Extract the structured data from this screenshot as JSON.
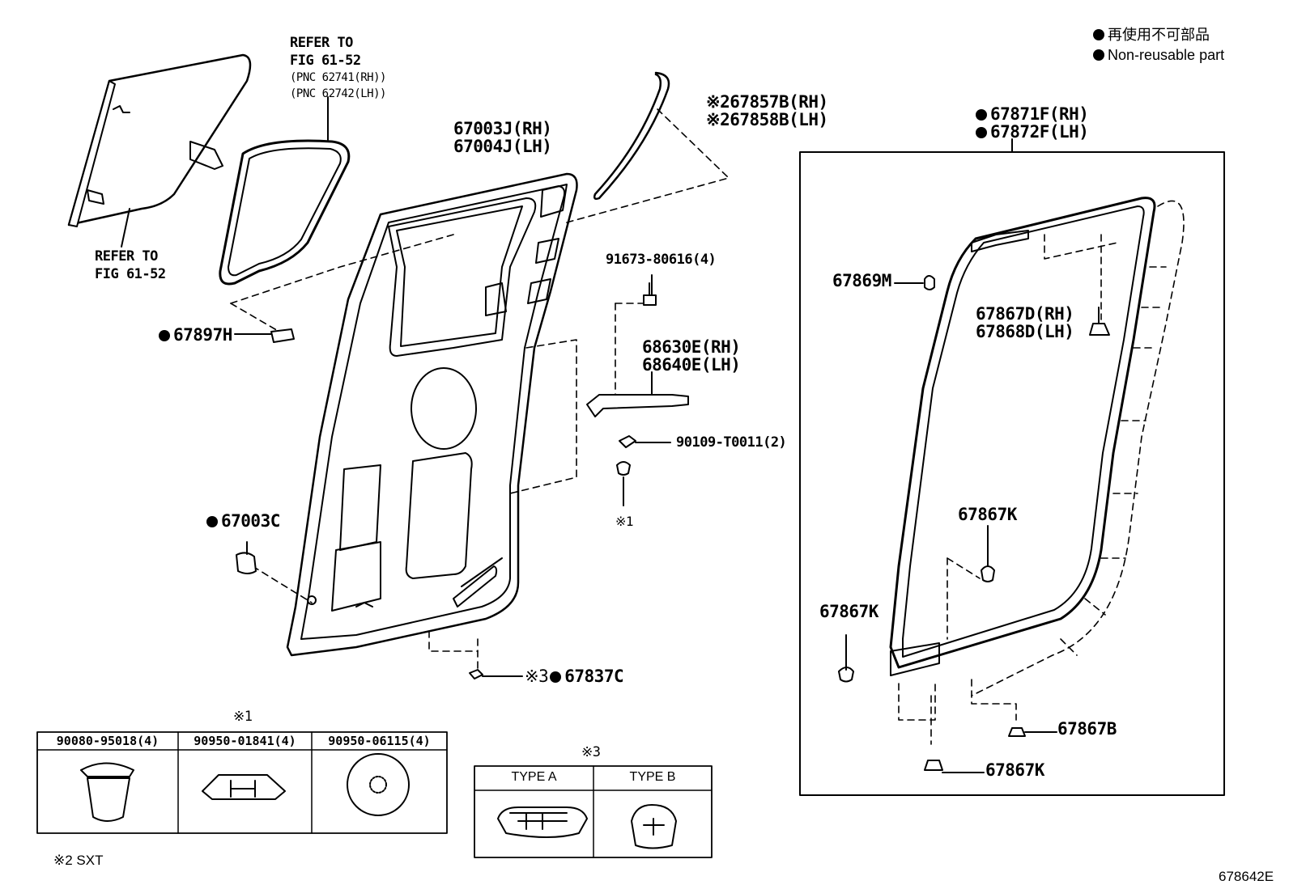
{
  "legend": {
    "line1": "再使用不可部品",
    "line2": "Non-reusable part"
  },
  "labels": {
    "refer_top_1": "REFER TO",
    "refer_top_2": "FIG 61-52",
    "refer_top_3": "(PNC 62741(RH))",
    "refer_top_4": "(PNC 62742(LH))",
    "refer_left_1": "REFER TO",
    "refer_left_2": "FIG 61-52",
    "p67003J_rh": "67003J(RH)",
    "p67004J_lh": "67004J(LH)",
    "p67857B_rh": "※267857B(RH)",
    "p67858B_lh": "※267858B(LH)",
    "p67871F_rh": "67871F(RH)",
    "p67872F_lh": "67872F(LH)",
    "p91673": "91673-80616(4)",
    "p68630E_rh": "68630E(RH)",
    "p68640E_lh": "68640E(LH)",
    "p90109": "90109-T0011(2)",
    "note1_a": "※1",
    "p67897H": "67897H",
    "p67003C": "67003C",
    "p67837C_prefix": "※3",
    "p67837C": "67837C",
    "p67869M": "67869M",
    "p67867D_rh": "67867D(RH)",
    "p67868D_lh": "67868D(LH)",
    "p67867K_a": "67867K",
    "p67867K_b": "67867K",
    "p67867B": "67867B",
    "p67867K_c": "67867K",
    "note1_b": "※1",
    "note3": "※3",
    "note2": "※2 SXT",
    "fig_id": "678642E"
  },
  "table1": {
    "headers": [
      "90080-95018(4)",
      "90950-01841(4)",
      "90950-06115(4)"
    ]
  },
  "table3": {
    "headers": [
      "TYPE A",
      "TYPE B"
    ]
  },
  "colors": {
    "ink": "#000000",
    "background": "#ffffff"
  }
}
